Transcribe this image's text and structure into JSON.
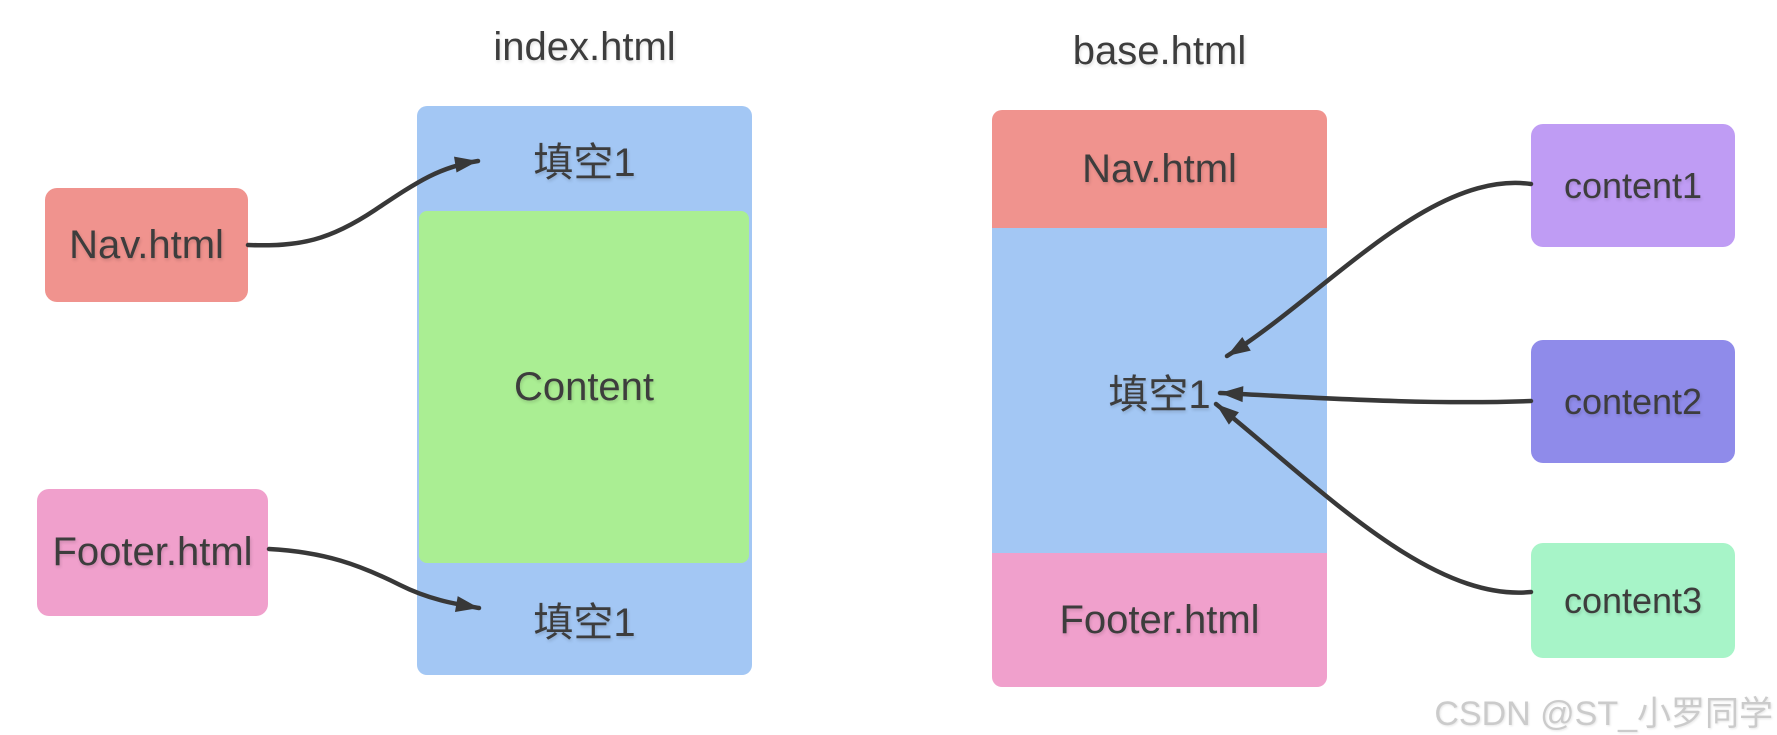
{
  "index_diagram": {
    "title": "index.html",
    "top_slot": "填空1",
    "content_block": "Content",
    "bottom_slot": "填空1",
    "nav_source": "Nav.html",
    "footer_source": "Footer.html"
  },
  "base_diagram": {
    "title": "base.html",
    "nav_bar": "Nav.html",
    "slot": "填空1",
    "footer_bar": "Footer.html",
    "content_sources": [
      "content1",
      "content2",
      "content3"
    ]
  },
  "watermark": "CSDN @ST_小罗同学",
  "colors": {
    "slot_blue": "#A3C7F4",
    "content_green": "#AAEE93",
    "nav_salmon": "#F0938E",
    "footer_pink": "#F0A0CC",
    "content1_purple": "#BF9CF4",
    "content2_slate": "#8F8BEA",
    "content3_mint": "#A7F4C8",
    "arrow": "#383838",
    "label_text": "#3D3D3D",
    "watermark_gray": "#CBCBCB",
    "page_background": "#FFFFFF"
  }
}
